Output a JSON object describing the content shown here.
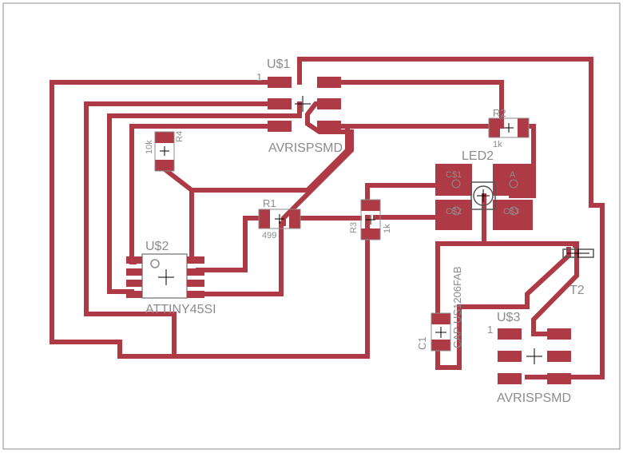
{
  "colors": {
    "trace": "#ad3a45",
    "pad": "#ad3a45",
    "label": "#8c8c8c",
    "board_outline": "#8c8c8c",
    "background": "#ffffff"
  },
  "components": {
    "u1": {
      "name": "U$1",
      "value": "AVRISPSMD",
      "pin1": "1"
    },
    "u2": {
      "name": "U$2",
      "value": "ATTINY45SI"
    },
    "u3": {
      "name": "U$3",
      "value": "AVRISPSMD",
      "pin1": "1"
    },
    "r1": {
      "name": "R1",
      "value": "499"
    },
    "r2": {
      "name": "R2",
      "value": "1k"
    },
    "r3": {
      "name": "R3",
      "value": "1k"
    },
    "r4": {
      "name": "R4",
      "value": "10k"
    },
    "led2": {
      "name": "LED2",
      "pad_a": "A",
      "pad_c1": "C$1",
      "pad_c2": "C$2",
      "pad_c3": "C$3"
    },
    "c1": {
      "name": "C1",
      "value": "CAP-US1206FAB"
    },
    "t2": {
      "name": "T2"
    }
  }
}
